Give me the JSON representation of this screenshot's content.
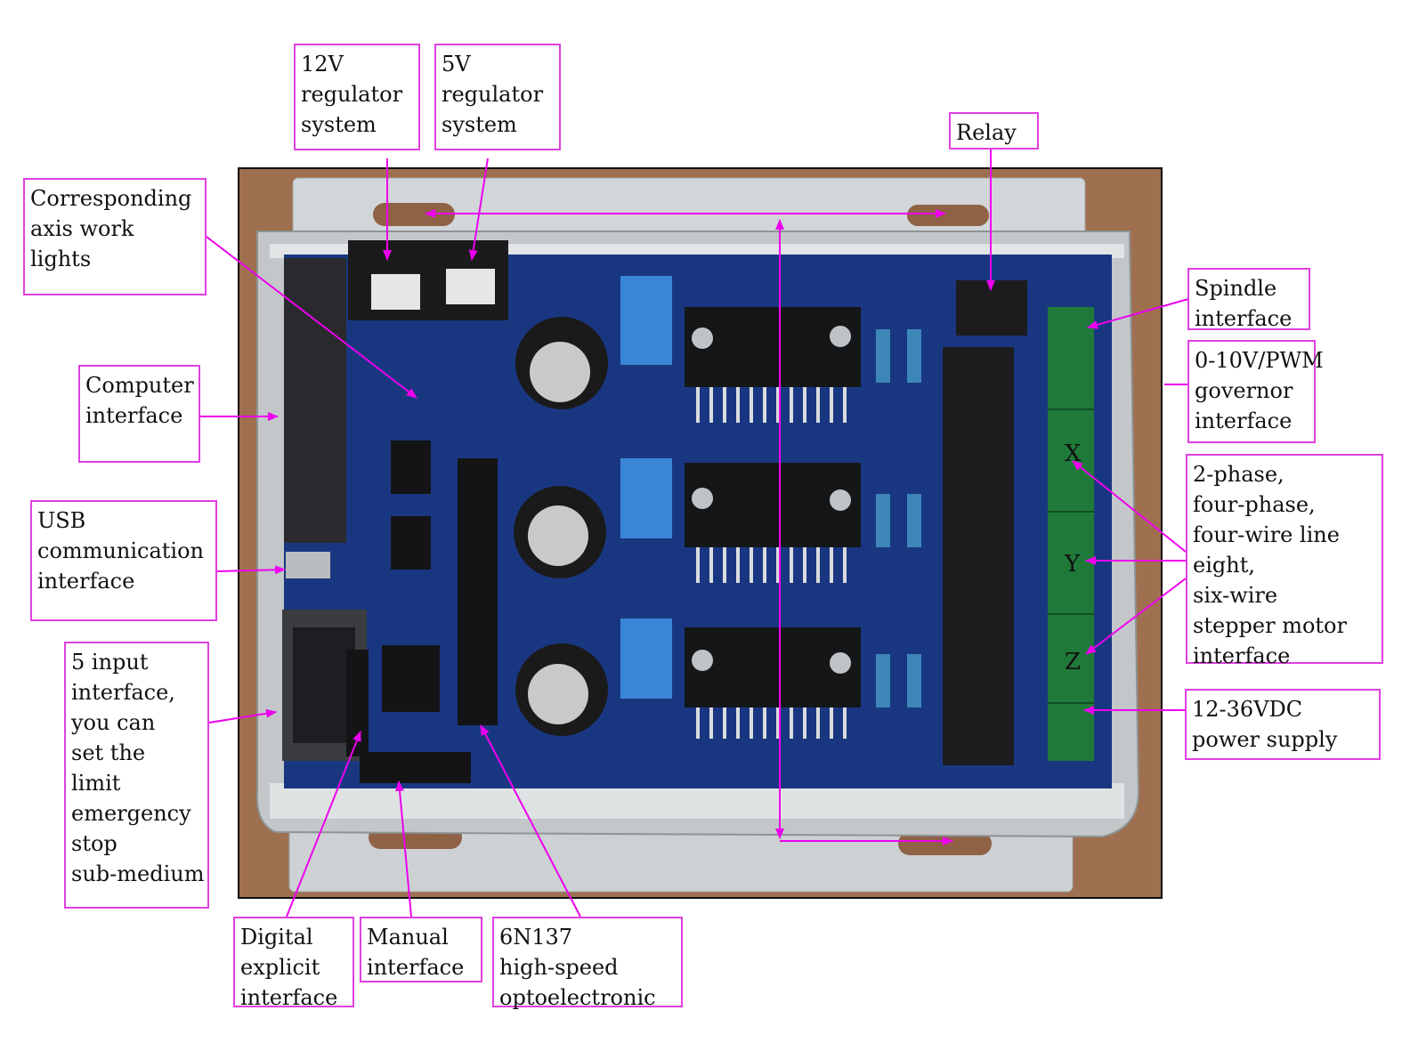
{
  "colors": {
    "label_border": "#e040e0",
    "arrow": "#ee00ee",
    "pcb": "#1f3f8f",
    "case": "#c8ccce",
    "terminal": "#1f7a3a"
  },
  "labels": [
    {
      "id": "12v-regulator",
      "lines": [
        "12V",
        "regulator",
        "system"
      ]
    },
    {
      "id": "5v-regulator",
      "lines": [
        "5V",
        "regulator",
        "system"
      ]
    },
    {
      "id": "relay",
      "lines": [
        "Relay"
      ]
    },
    {
      "id": "axis-work-lights",
      "lines": [
        "Corresponding",
        "axis work",
        "lights"
      ]
    },
    {
      "id": "computer-interface",
      "lines": [
        "Computer",
        "interface"
      ]
    },
    {
      "id": "usb-interface",
      "lines": [
        "USB",
        "communication",
        "interface"
      ]
    },
    {
      "id": "input-interface",
      "lines": [
        "5 input",
        "interface,",
        "you can",
        "set the",
        "limit",
        "emergency",
        "stop",
        "sub-medium"
      ]
    },
    {
      "id": "digital-explicit",
      "lines": [
        "Digital",
        "explicit",
        "interface"
      ]
    },
    {
      "id": "manual-interface",
      "lines": [
        "Manual",
        "interface"
      ]
    },
    {
      "id": "optoelectronic",
      "lines": [
        "6N137",
        "high-speed",
        "optoelectronic"
      ]
    },
    {
      "id": "spindle-interface",
      "lines": [
        "Spindle",
        "interface"
      ]
    },
    {
      "id": "governor-interface",
      "lines": [
        "0-10V/PWM",
        "governor",
        "interface"
      ]
    },
    {
      "id": "stepper-interface",
      "lines": [
        "2-phase,",
        "four-phase,",
        "four-wire line",
        "eight,",
        "six-wire",
        "stepper motor",
        "interface"
      ]
    },
    {
      "id": "power-supply",
      "lines": [
        "12-36VDC",
        "power supply"
      ]
    }
  ],
  "axis_letters": [
    "X",
    "Y",
    "Z"
  ]
}
